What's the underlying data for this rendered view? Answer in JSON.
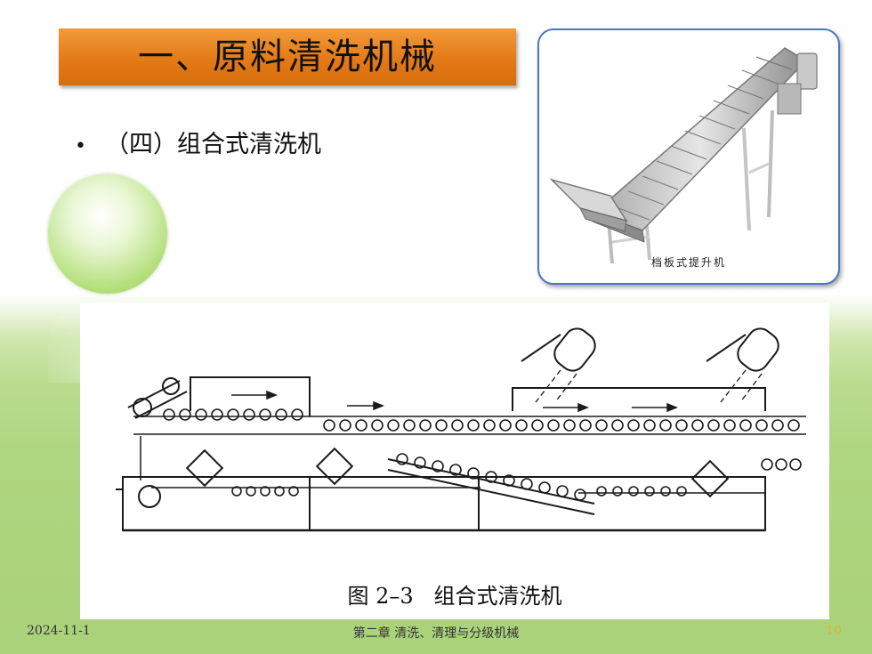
{
  "slide": {
    "title": "一、原料清洗机械",
    "bullet_marker": "•",
    "bullet_text": "（四）组合式清洗机"
  },
  "photo": {
    "caption": "档板式提升机"
  },
  "diagram": {
    "caption": "图 2–3   组合式清洗机"
  },
  "footer": {
    "date": "2024-11-1",
    "chapter": "第二章 清洗、清理与分级机械",
    "page": "10"
  },
  "colors": {
    "title_bg": "#e37a16",
    "photo_border": "#4a77c4",
    "page_number": "#e0b030",
    "background_green": "#aed57f"
  }
}
